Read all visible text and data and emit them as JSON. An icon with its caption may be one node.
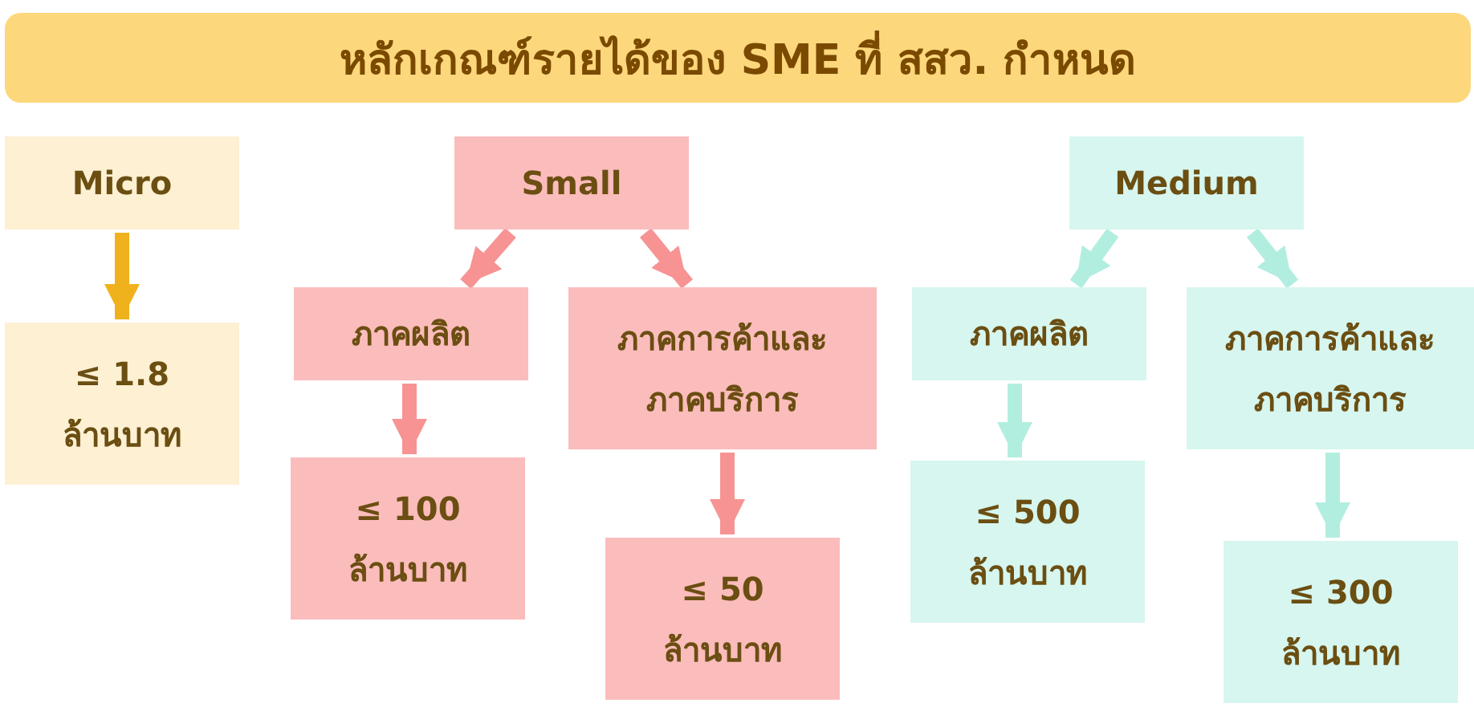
{
  "diagram": {
    "title": "หลักเกณฑ์รายได้ของ SME ที่ สสว. กำหนด",
    "nodes": [
      {
        "text": [
          "Micro"
        ]
      },
      {
        "text": [
          "≤ 1.8 ล้านบาท"
        ]
      },
      {
        "text": [
          "Small"
        ]
      },
      {
        "text": [
          "ภาคผลิต"
        ]
      },
      {
        "text": [
          "ภาคการค้าและภาคบริการ"
        ]
      },
      {
        "text": [
          "≤ 100 ล้านบาท"
        ]
      },
      {
        "text": [
          "≤ 50 ล้านบาท"
        ]
      },
      {
        "text": [
          "Medium"
        ]
      },
      {
        "text": [
          "ภาคผลิต"
        ]
      },
      {
        "text": [
          "ภาคการค้าและภาคบริการ"
        ]
      },
      {
        "text": [
          "≤ 500 ล้านบาท"
        ]
      },
      {
        "text": [
          "≤ 300 ล้านบาท"
        ]
      }
    ],
    "edges": [
      {
        "from": 0,
        "to": 1,
        "arrow": "to",
        "color": "#f0b21c"
      },
      {
        "from": 2,
        "to": 3,
        "arrow": "to",
        "color": "#f79393"
      },
      {
        "from": 2,
        "to": 4,
        "arrow": "to",
        "color": "#f79393"
      },
      {
        "from": 3,
        "to": 5,
        "arrow": "to",
        "color": "#f79393"
      },
      {
        "from": 4,
        "to": 6,
        "arrow": "to",
        "color": "#f79393"
      },
      {
        "from": 7,
        "to": 8,
        "arrow": "to",
        "color": "#b2eee0"
      },
      {
        "from": 7,
        "to": 9,
        "arrow": "to",
        "color": "#b2eee0"
      },
      {
        "from": 8,
        "to": 10,
        "arrow": "to",
        "color": "#b2eee0"
      },
      {
        "from": 9,
        "to": 11,
        "arrow": "to",
        "color": "#b2eee0"
      }
    ]
  }
}
